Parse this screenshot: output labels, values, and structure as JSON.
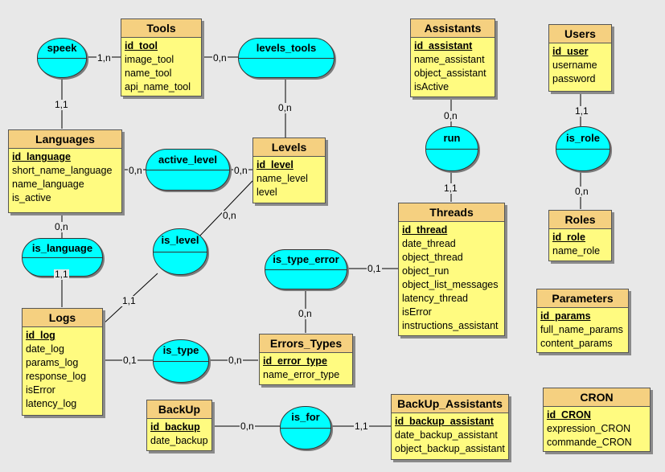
{
  "entities": {
    "tools": {
      "title": "Tools",
      "pk": "id_tool",
      "fields": [
        "image_tool",
        "name_tool",
        "api_name_tool"
      ]
    },
    "assistants": {
      "title": "Assistants",
      "pk": "id_assistant",
      "fields": [
        "name_assistant",
        "object_assistant",
        "isActive"
      ]
    },
    "users": {
      "title": "Users",
      "pk": "id_user",
      "fields": [
        "username",
        "password"
      ]
    },
    "languages": {
      "title": "Languages",
      "pk": "id_language",
      "fields": [
        "short_name_language",
        "name_language",
        "is_active"
      ]
    },
    "levels": {
      "title": "Levels",
      "pk": "id_level",
      "fields": [
        "name_level",
        "level"
      ]
    },
    "threads": {
      "title": "Threads",
      "pk": "id_thread",
      "fields": [
        "date_thread",
        "object_thread",
        "object_run",
        "object_list_messages",
        "latency_thread",
        "isError",
        "instructions_assistant"
      ]
    },
    "roles": {
      "title": "Roles",
      "pk": "id_role",
      "fields": [
        "name_role"
      ]
    },
    "parameters": {
      "title": "Parameters",
      "pk": "id_params",
      "fields": [
        "full_name_params",
        "content_params"
      ]
    },
    "logs": {
      "title": "Logs",
      "pk": "id_log",
      "fields": [
        "date_log",
        "params_log",
        "response_log",
        "isError",
        "latency_log"
      ]
    },
    "errors_types": {
      "title": "Errors_Types",
      "pk": "id_error_type",
      "fields": [
        "name_error_type"
      ]
    },
    "backup": {
      "title": "BackUp",
      "pk": "id_backup",
      "fields": [
        "date_backup"
      ]
    },
    "backup_assistants": {
      "title": "BackUp_Assistants",
      "pk": "id_backup_assistant",
      "fields": [
        "date_backup_assistant",
        "object_backup_assistant"
      ]
    },
    "cron": {
      "title": "CRON",
      "pk": "id_CRON",
      "fields": [
        "expression_CRON",
        "commande_CRON"
      ]
    }
  },
  "associations": {
    "speek": "speek",
    "levels_tools": "levels_tools",
    "run": "run",
    "is_role": "is_role",
    "active_level": "active_level",
    "is_language": "is_language",
    "is_level": "is_level",
    "is_type_error": "is_type_error",
    "is_type": "is_type",
    "is_for": "is_for"
  },
  "cardinalities": {
    "speek_tools": "1,n",
    "speek_languages": "1,1",
    "levels_tools_tools": "0,n",
    "levels_tools_levels": "0,n",
    "run_assistants": "0,n",
    "run_threads": "1,1",
    "is_role_users": "1,1",
    "is_role_roles": "0,n",
    "active_level_languages": "0,n",
    "active_level_levels": "0,n",
    "is_language_languages": "0,n",
    "is_language_logs": "1,1",
    "is_level_levels": "0,n",
    "is_level_logs": "1,1",
    "is_type_error_threads": "0,1",
    "is_type_error_errors": "0,n",
    "is_type_logs": "0,1",
    "is_type_errors": "0,n",
    "is_for_backup": "0,n",
    "is_for_backup_assistants": "1,1"
  }
}
